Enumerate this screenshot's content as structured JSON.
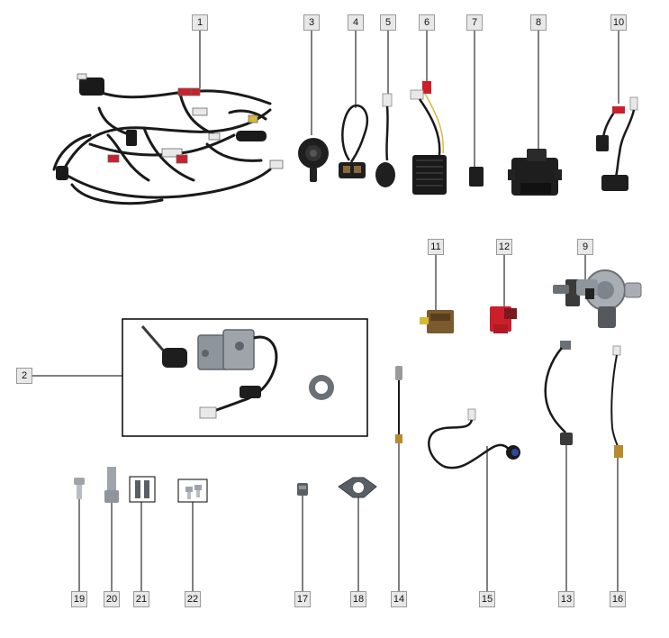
{
  "diagram": {
    "part_numbers": {
      "p1": "1",
      "p2": "2",
      "p3": "3",
      "p4": "4",
      "p5": "5",
      "p6": "6",
      "p7": "7",
      "p8": "8",
      "p9": "9",
      "p10": "10",
      "p11": "11",
      "p12": "12",
      "p13": "13",
      "p14": "14",
      "p15": "15",
      "p16": "16",
      "p17": "17",
      "p18": "18",
      "p19": "19",
      "p20": "20",
      "p21": "21",
      "p22": "22"
    },
    "colors": {
      "wire": "#1a1a1a",
      "connector_white": "#e8e8e8",
      "connector_red": "#cc1f2b",
      "metal": "#8f959c",
      "relay_brown": "#7a5a2e",
      "leader": "#000000"
    }
  }
}
